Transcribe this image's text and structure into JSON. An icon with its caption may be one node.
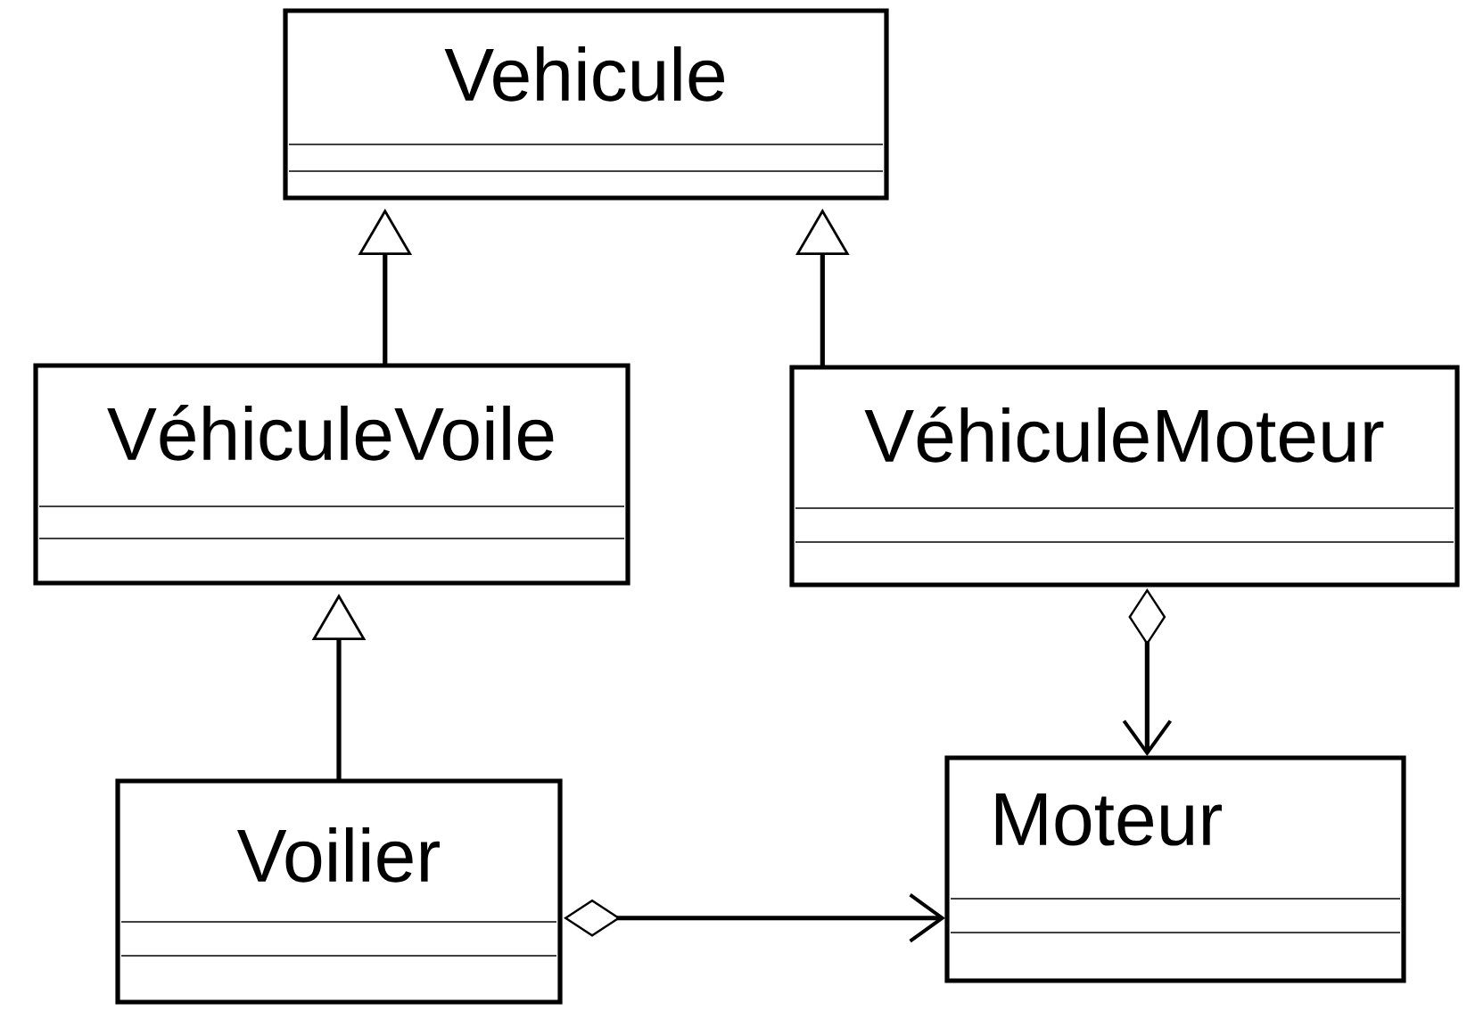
{
  "diagram": {
    "nodes": [
      {
        "text": [
          "Vehicule"
        ]
      },
      {
        "text": [
          "VéhiculeVoile"
        ]
      },
      {
        "text": [
          "VéhiculeMoteur"
        ]
      },
      {
        "text": [
          "Voilier"
        ]
      },
      {
        "text": [
          "Moteur"
        ]
      }
    ],
    "edges": [
      {
        "from": 1,
        "to": 0,
        "arrow": "to"
      },
      {
        "from": 2,
        "to": 0,
        "arrow": "to"
      },
      {
        "from": 3,
        "to": 1,
        "arrow": "to"
      },
      {
        "from": 2,
        "to": 4,
        "arrow": "to"
      },
      {
        "from": 3,
        "to": 4,
        "arrow": "to"
      }
    ]
  }
}
